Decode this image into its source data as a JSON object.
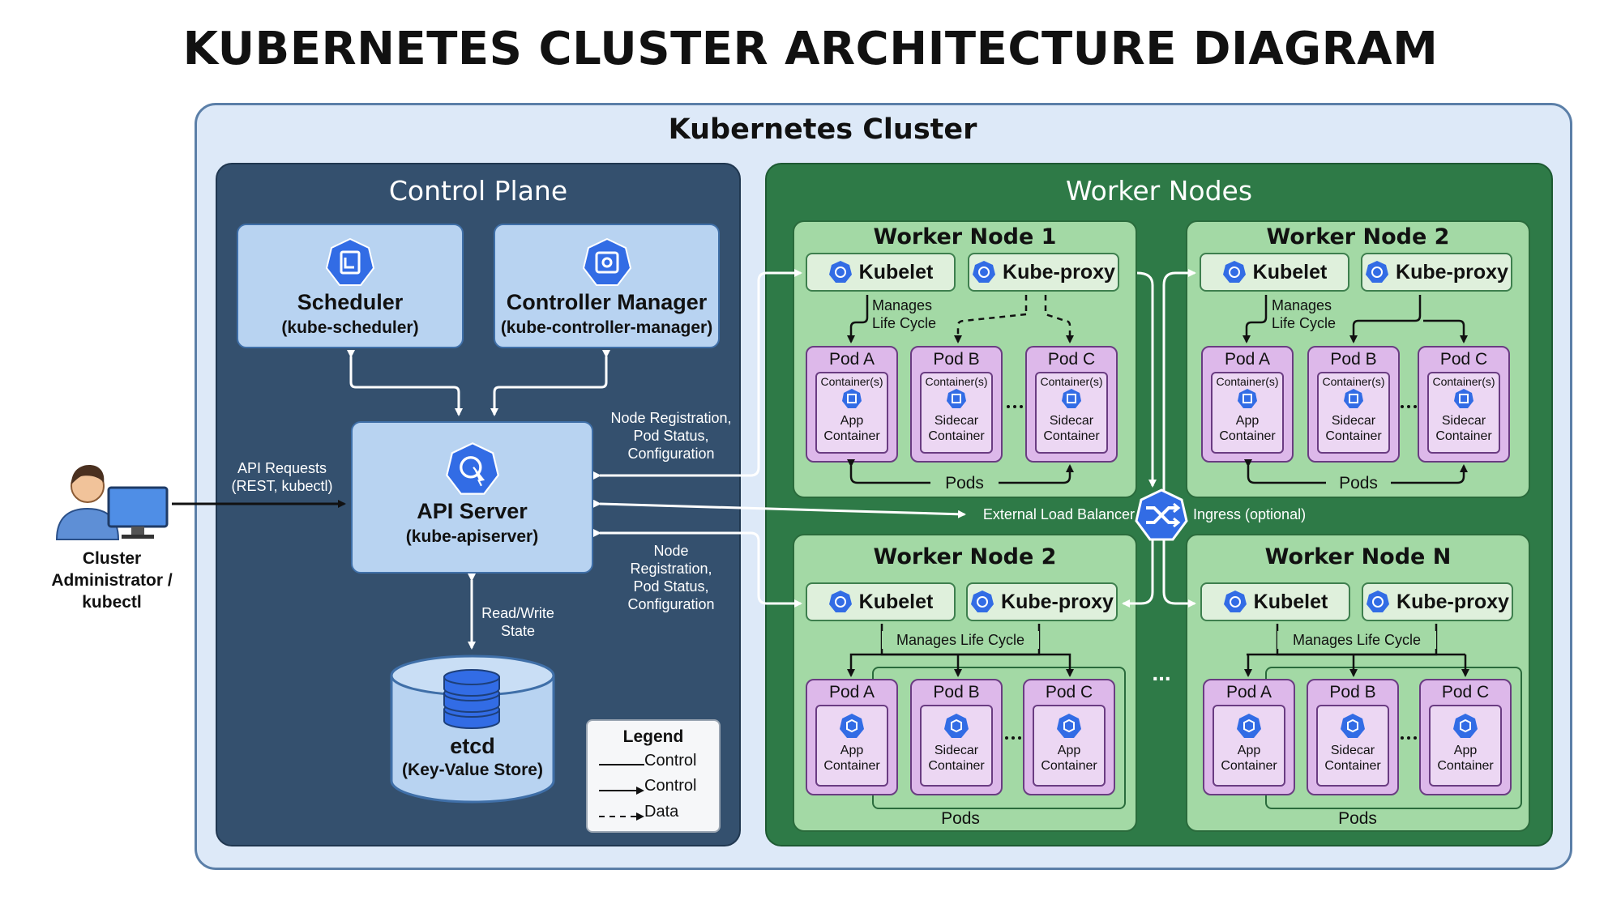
{
  "title": "KUBERNETES CLUSTER ARCHITECTURE DIAGRAM",
  "cluster": {
    "title": "Kubernetes Cluster"
  },
  "control_plane": {
    "title": "Control Plane",
    "scheduler": {
      "name": "Scheduler",
      "sub": "(kube-scheduler)"
    },
    "controller_manager": {
      "name": "Controller Manager",
      "sub": "(kube-controller-manager)"
    },
    "api_server": {
      "name": "API Server",
      "sub": "(kube-apiserver)"
    },
    "etcd": {
      "name": "etcd",
      "sub": "(Key-Value Store)"
    },
    "read_write": [
      "Read/Write",
      "State"
    ],
    "node_reg_top": [
      "Node Registration,",
      "Pod Status,",
      "Configuration"
    ],
    "node_reg_bottom": [
      "Node",
      "Registration,",
      "Pod Status,",
      "Configuration"
    ]
  },
  "admin": {
    "label": [
      "Cluster",
      "Administrator /",
      "kubectl"
    ],
    "api_requests": [
      "API Requests",
      "(REST, kubectl)"
    ]
  },
  "legend": {
    "title": "Legend",
    "items": [
      "Control",
      "Control",
      "Data"
    ]
  },
  "worker_nodes": {
    "title": "Worker Nodes",
    "kubelet": "Kubelet",
    "kube_proxy": "Kube-proxy",
    "containers_label": "Container(s)",
    "lb_label": "External Load Balancer",
    "ingress_label": "Ingress (optional)",
    "ellipsis": "...",
    "pod_dots": "...",
    "nodes": [
      {
        "title": "Worker Node 1",
        "manages": [
          "Manages",
          "Life Cycle"
        ],
        "pods_label": "Pods",
        "pods": [
          {
            "name": "Pod A",
            "text": [
              "App",
              "Container"
            ]
          },
          {
            "name": "Pod B",
            "text": [
              "Sidecar",
              "Container"
            ]
          },
          {
            "name": "Pod C",
            "text": [
              "Sidecar",
              "Container"
            ]
          }
        ]
      },
      {
        "title": "Worker Node 2",
        "manages": [
          "Manages",
          "Life Cycle"
        ],
        "pods_label": "Pods",
        "pods": [
          {
            "name": "Pod A",
            "text": [
              "App",
              "Container"
            ]
          },
          {
            "name": "Pod B",
            "text": [
              "Sidecar",
              "Container"
            ]
          },
          {
            "name": "Pod C",
            "text": [
              "Sidecar",
              "Container"
            ]
          }
        ]
      },
      {
        "title": "Worker Node 2",
        "manages": [
          "Manages Life Cycle"
        ],
        "pods_label": "Pods",
        "pods": [
          {
            "name": "Pod A",
            "text": [
              "App",
              "Container"
            ]
          },
          {
            "name": "Pod B",
            "text": [
              "Sidecar",
              "Container"
            ]
          },
          {
            "name": "Pod C",
            "text": [
              "App",
              "Container"
            ]
          }
        ]
      },
      {
        "title": "Worker Node N",
        "manages": [
          "Manages Life Cycle"
        ],
        "pods_label": "Pods",
        "pods": [
          {
            "name": "Pod A",
            "text": [
              "App",
              "Container"
            ]
          },
          {
            "name": "Pod B",
            "text": [
              "Sidecar",
              "Container"
            ]
          },
          {
            "name": "Pod C",
            "text": [
              "App",
              "Container"
            ]
          }
        ]
      }
    ]
  },
  "colors": {
    "k8s_blue": "#326ce5",
    "control_plane": "#34506e",
    "worker_bg": "#2e7a47",
    "node_bg": "#a3d9a5",
    "pod_bg": "#ddb8ea"
  }
}
